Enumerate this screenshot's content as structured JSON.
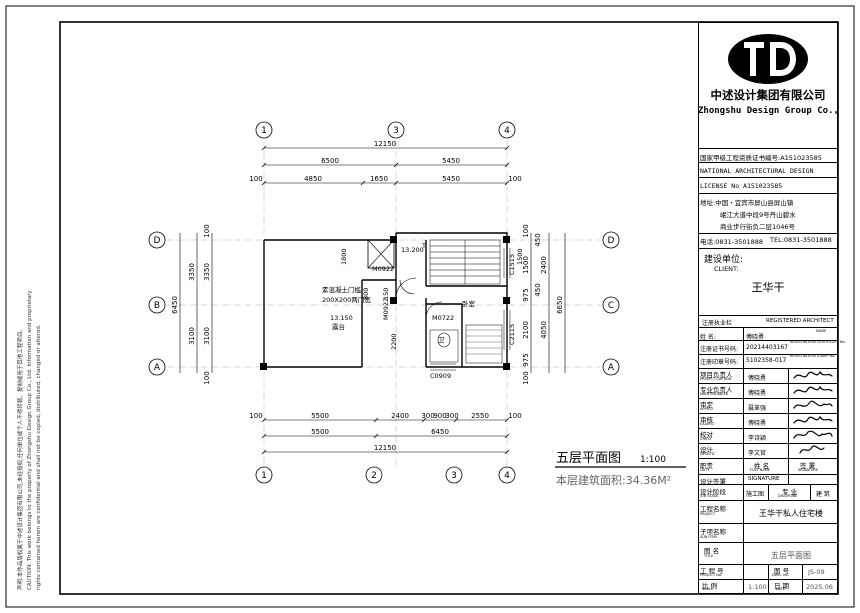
{
  "company": {
    "name_cn": "中述设计集团有限公司",
    "name_en": "Zhongshu Design Group Co., Ltd.",
    "logo": "zhongshu-logo",
    "qualification_cn": "国家甲级工程资质证书编号:A151023585",
    "qualification_en_1": "NATIONAL ARCHITECTURAL DESIGN",
    "qualification_en_2": "LICENSE No A151023585",
    "address_1": "地址:中国・宜宾市屏山县屏山镇",
    "address_2": "岷江大道中段9号丹山碧水",
    "address_3": "商业步行街负二层1046号",
    "phone": "电话:0831-3501888",
    "fax": "TEL:0831-3501888"
  },
  "client": {
    "label_cn": "建设单位:",
    "label_en": "CLIENT:",
    "name": "王华干"
  },
  "architect": {
    "label_cn": "注册执业栏",
    "label_en": "REGISTERED ARCHITECT",
    "small_1": "NAME",
    "small_2": "REGISTRATION CERTIFICATE No.",
    "small_3": "REGISTRATION STAMP No.",
    "name_label": "姓 名:",
    "name_value": "傅晓勇",
    "cert_label": "注册证书号码:",
    "cert_value": "20214403167",
    "stamp_label": "注册印章号码:",
    "stamp_value": "5102358-017"
  },
  "roles": [
    {
      "cn": "项目负责人",
      "en": "PROJECT CAPTAIN",
      "name": "傅晓勇"
    },
    {
      "cn": "专业负责人",
      "en": "MAIN ENGINEER",
      "name": "傅晓勇"
    },
    {
      "cn": "审定",
      "en": "APPR'D",
      "name": "聂革强"
    },
    {
      "cn": "审核",
      "en": "EXAM'D",
      "name": "傅晓勇"
    },
    {
      "cn": "校对",
      "en": "CHK'D",
      "name": "李诗颖"
    },
    {
      "cn": "设计",
      "en": "DESIG'D",
      "name": "李文官"
    }
  ],
  "signature_header": {
    "duty_cn": "职责",
    "duty_en": "DUTY",
    "name_cn": "姓 名",
    "name_en": "FULL NAME",
    "sign_cn": "签 署",
    "sign_en": "SIGNATURE"
  },
  "sign_section": {
    "cn": "设计签署",
    "en": "SIGNATURE"
  },
  "project_meta": {
    "stage_cn": "设计阶段",
    "stage_en": "JOB STAGE",
    "stage_value": "施工图",
    "discipline_cn": "专 业",
    "discipline_en": "DISCIPLINE",
    "discipline_value": "建 筑",
    "project_cn": "工程名称",
    "project_en": "PROJECT",
    "project_value": "王华干私人住宅楼",
    "sub_cn": "子项名称",
    "sub_en": "SUB ITEM",
    "title_cn": "图 名",
    "title_en": "TITLE",
    "title_value": "五层平面图",
    "proj_no_cn": "工 程 号",
    "proj_no_en": "PROJECT No.",
    "dwg_no_cn": "图 号",
    "dwg_no_en": "DWG. NO.",
    "dwg_no_value": "JS-09",
    "scale_cn": "比 例",
    "scale_en": "SCALE",
    "scale_value": "1:100",
    "date_cn": "日 期",
    "date_en": "DATE",
    "date_value": "2025.06"
  },
  "plan": {
    "title": "五层平面图",
    "scale": "1:100",
    "area": "本层建筑面积:34.36M²",
    "axes_top": [
      "1",
      "3",
      "4"
    ],
    "axes_bottom": [
      "1",
      "2",
      "3",
      "4"
    ],
    "axes_left": [
      "D",
      "B",
      "A"
    ],
    "axes_right": [
      "D",
      "C",
      "A"
    ],
    "dims_top": [
      "12150",
      "6500",
      "5450",
      "100",
      "4850",
      "1650",
      "5450",
      "100"
    ],
    "dims_bottom": [
      "100",
      "5500",
      "2400",
      "300",
      "900",
      "300",
      "2550",
      "100",
      "5500",
      "6450",
      "12150"
    ],
    "dims_left": [
      "6450",
      "3350",
      "3350",
      "3100",
      "3100",
      "100",
      "100"
    ],
    "dims_right": [
      "100",
      "1500",
      "2400",
      "975",
      "450",
      "2100",
      "4050",
      "975",
      "6650",
      "100",
      "450"
    ],
    "labels": {
      "elev_roof": "13.200",
      "elev_terrace": "13.150",
      "door_1": "M0922",
      "door_2": "M0922",
      "door_3": "M0722",
      "window_1": "C1515",
      "window_2": "C2115",
      "window_3": "C0909",
      "room_bed": "卧室",
      "room_terrace": "露台",
      "room_wc": "卫",
      "note_1": "素混凝土门槛",
      "note_2": "200X200两门宽",
      "dim_1800": "1800",
      "dim_1500": "1500",
      "dim_800": "800",
      "dim_2200": "2200",
      "dim_150": "150",
      "dim_t": "T"
    }
  },
  "side_note": {
    "line_1": "声明:本作品版权属于中述设计集团有限公司,未经授权,任何单位或个人不得转载、复制或用于其他工程项目。",
    "line_2": "CAUTION: This work belongs to the property of Zhongshu Design Group Co., Ltd. Information and proprietary",
    "line_3": "rights contained herein are confidential and shall not be copied, distributed, changed or altered."
  }
}
